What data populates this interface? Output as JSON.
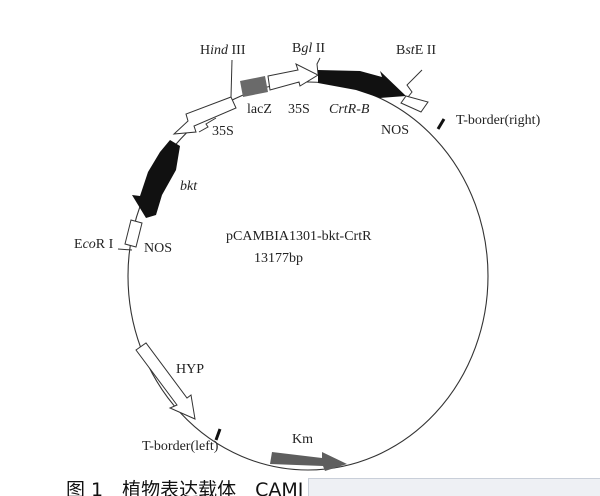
{
  "plasmid": {
    "name": "pCAMBIA1301-bkt-CrtR",
    "size": "13177bp"
  },
  "sites": {
    "hind3": {
      "pre": "H",
      "it": "ind",
      "post": " III"
    },
    "bgl2": {
      "pre": "B",
      "it": "gl",
      "post": " II"
    },
    "bste2": {
      "pre": "B",
      "it": "st",
      "post": "E II"
    },
    "ecor1": {
      "pre": "E",
      "it": "co",
      "post": "R I"
    }
  },
  "features": {
    "lacz": "lacZ",
    "p35s_top": "35S",
    "crtrb": "CrtR-B",
    "nos_top": "NOS",
    "tborder_right": "T-border(right)",
    "p35s_left": "35S",
    "bkt": "bkt",
    "nos_left": "NOS",
    "hyp": "HYP",
    "tborder_left": "T-border(left)",
    "km": "Km"
  },
  "colors": {
    "black": "#111111",
    "gray": "#6a6a6a",
    "line": "#333333"
  },
  "caption": "图 1　植物表达载体　CAMI"
}
